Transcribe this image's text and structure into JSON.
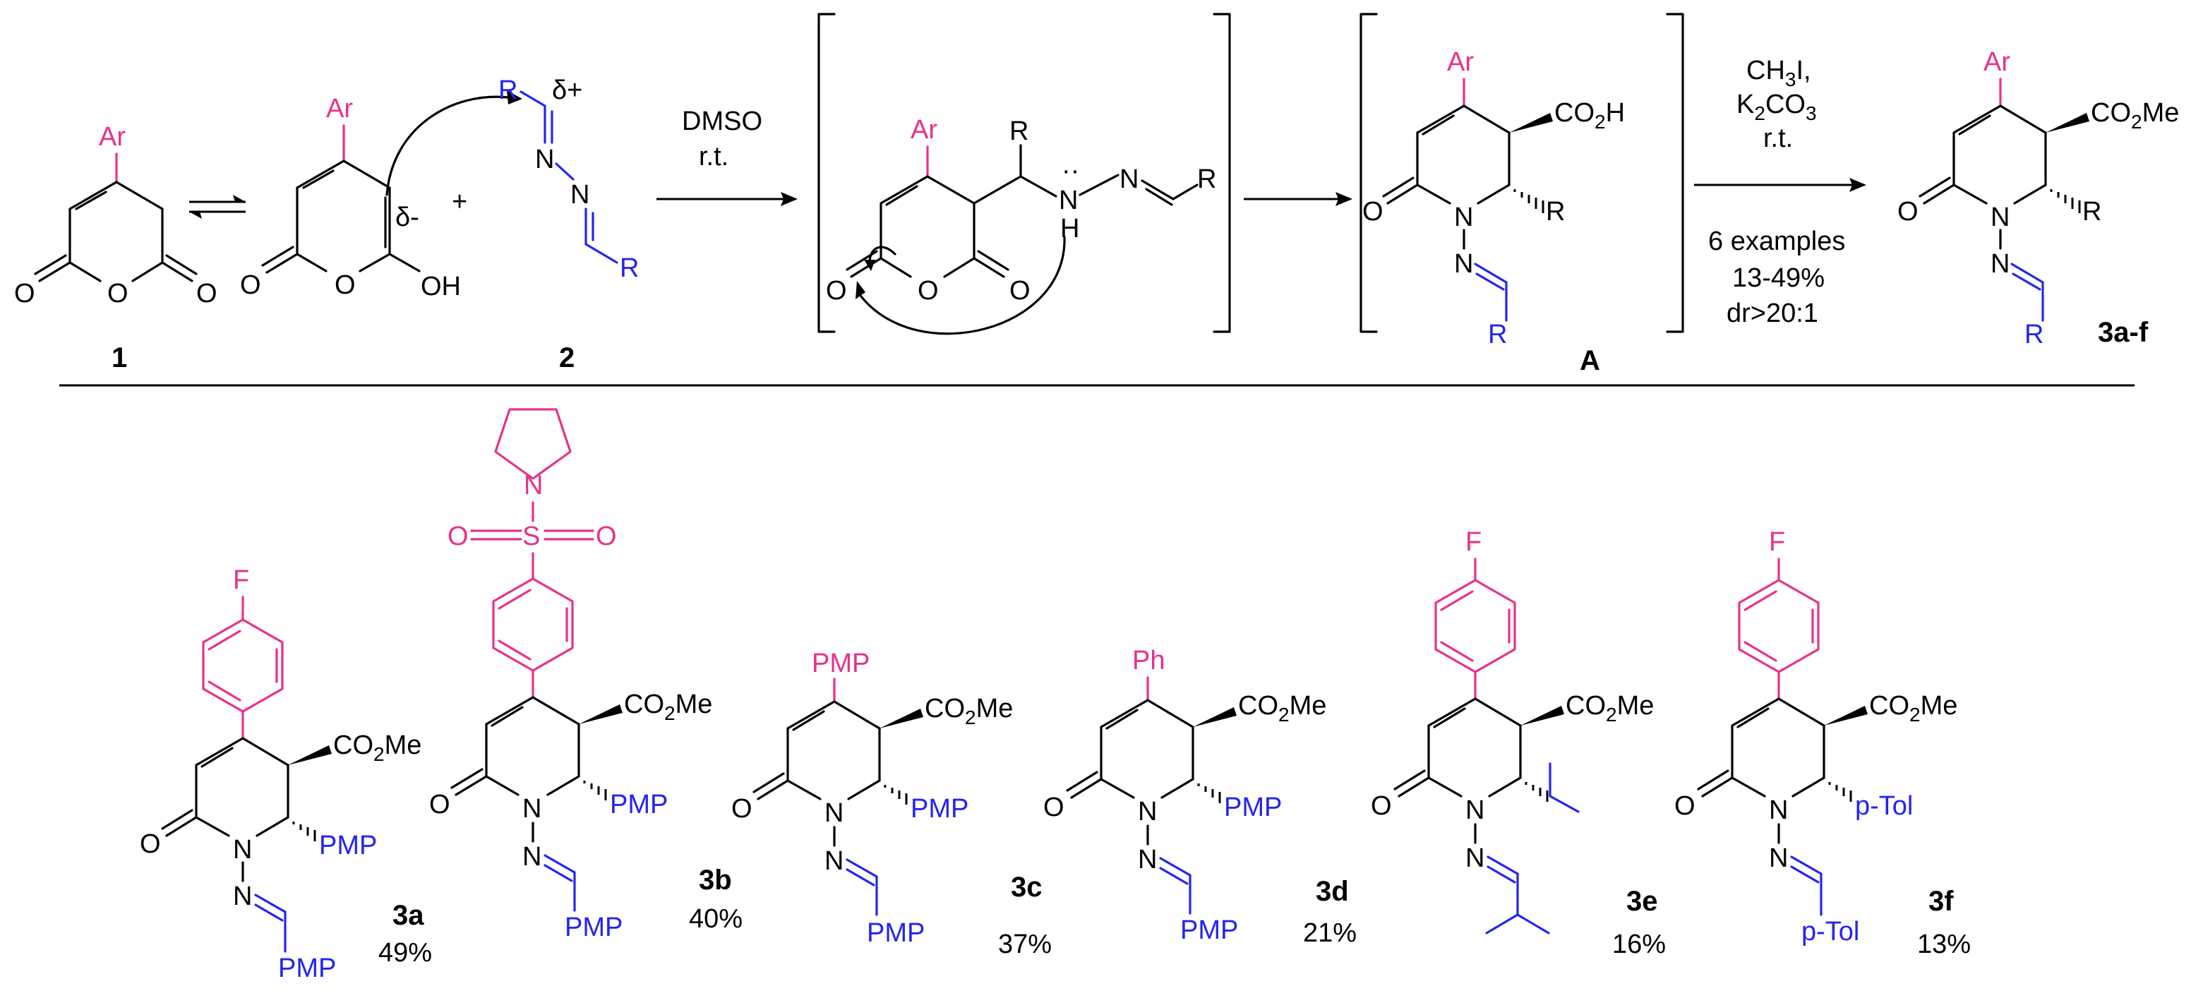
{
  "colors": {
    "ink": "#000000",
    "aryl": "#E8318A",
    "imine": "#2424F0"
  },
  "top_scheme": {
    "compound_1": {
      "label": "1",
      "substituent": "Ar",
      "atoms": [
        "O",
        "O",
        "O"
      ]
    },
    "enol": {
      "substituent": "Ar",
      "hydroxy": "OH",
      "charge": "δ-",
      "atoms": [
        "O",
        "O"
      ]
    },
    "plus": "+",
    "compound_2": {
      "label": "2",
      "r_top": "R",
      "r_bottom": "R",
      "charge": "δ+",
      "n1": "N",
      "n2": "N"
    },
    "conditions_1": {
      "solvent": "DMSO",
      "temp": "r.t."
    },
    "intermediate_1": {
      "ar": "Ar",
      "r1": "R",
      "r2": "R",
      "nh": "N",
      "h": "H",
      "n": "N",
      "lone_pair": "··",
      "atoms": [
        "O",
        "O",
        "O"
      ]
    },
    "intermediate_A": {
      "label": "A",
      "ar": "Ar",
      "acid_a": "CO",
      "acid_sub": "2",
      "acid_b": "H",
      "r_ring": "R",
      "r_imine": "R",
      "n1": "N",
      "n2": "N",
      "o": "O"
    },
    "conditions_2": {
      "reagent_a": "CH",
      "reagent_sub": "3",
      "reagent_b": "I,",
      "base_a": "K",
      "base_sub1": "2",
      "base_b": "CO",
      "base_sub2": "3",
      "temp": "r.t.",
      "examples": "6 examples",
      "yield_range": "13-49%",
      "dr": "dr>20:1"
    },
    "product": {
      "label": "3a-f",
      "ar": "Ar",
      "ester_a": "CO",
      "ester_sub": "2",
      "ester_b": "Me",
      "r_ring": "R",
      "r_imine": "R",
      "n1": "N",
      "n2": "N",
      "o": "O"
    }
  },
  "examples": [
    {
      "label": "3a",
      "yield": "49%",
      "aryl": "F",
      "ester_a": "CO",
      "ester_sub": "2",
      "ester_b": "Me",
      "r_ring": "PMP",
      "r_imine": "PMP",
      "n1": "N",
      "n2": "N",
      "o": "O"
    },
    {
      "label": "3b",
      "yield": "40%",
      "aryl_n": "N",
      "aryl_s": "S",
      "aryl_o1": "O",
      "aryl_o2": "O",
      "ester_a": "CO",
      "ester_sub": "2",
      "ester_b": "Me",
      "r_ring": "PMP",
      "r_imine": "PMP",
      "n1": "N",
      "n2": "N",
      "o": "O"
    },
    {
      "label": "3c",
      "yield": "37%",
      "ar": "PMP",
      "ester_a": "CO",
      "ester_sub": "2",
      "ester_b": "Me",
      "r_ring": "PMP",
      "r_imine": "PMP",
      "n1": "N",
      "n2": "N",
      "o": "O"
    },
    {
      "label": "3d",
      "yield": "21%",
      "ar": "Ph",
      "ester_a": "CO",
      "ester_sub": "2",
      "ester_b": "Me",
      "r_ring": "PMP",
      "r_imine": "PMP",
      "n1": "N",
      "n2": "N",
      "o": "O"
    },
    {
      "label": "3e",
      "yield": "16%",
      "aryl": "F",
      "ester_a": "CO",
      "ester_sub": "2",
      "ester_b": "Me",
      "n1": "N",
      "n2": "N",
      "o": "O"
    },
    {
      "label": "3f",
      "yield": "13%",
      "aryl": "F",
      "ester_a": "CO",
      "ester_sub": "2",
      "ester_b": "Me",
      "r_ring_a": "p",
      "r_ring_b": "-Tol",
      "r_imine_a": "p",
      "r_imine_b": "-Tol",
      "n1": "N",
      "n2": "N",
      "o": "O"
    }
  ]
}
